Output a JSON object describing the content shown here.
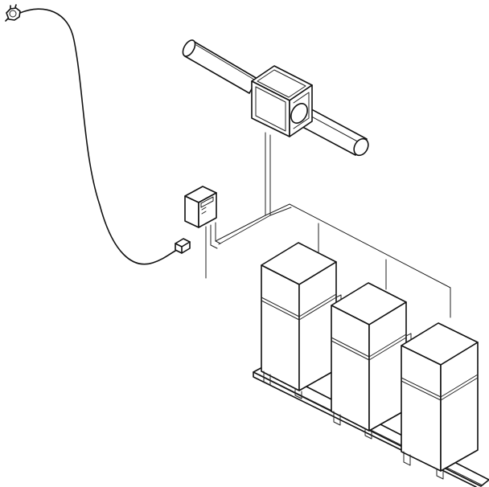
{
  "diagram": {
    "type": "isometric-line-drawing",
    "line_color": "#111111",
    "background": "#ffffff",
    "components": {
      "sensor": "sensor-probe-icon",
      "cable": "flexible-cable",
      "connector": "cable-plug-connector",
      "control_box": "control-box-icon",
      "duct": "duct-pipe",
      "duct_unit": "duct-mounted-unit",
      "cabinets": [
        {
          "name": "cabinet-1"
        },
        {
          "name": "cabinet-2"
        },
        {
          "name": "cabinet-3"
        }
      ],
      "base": "base-skid",
      "conduit": "conduit-lines"
    }
  }
}
